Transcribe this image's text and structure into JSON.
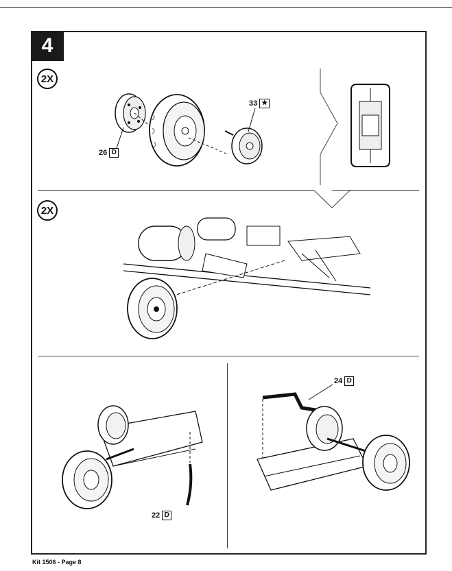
{
  "step": {
    "number": "4"
  },
  "multipliers": {
    "row1": "2X",
    "row2": "2X"
  },
  "parts": {
    "p26": {
      "number": "26",
      "code": "D"
    },
    "p33": {
      "number": "33",
      "code": "★"
    },
    "p22": {
      "number": "22",
      "code": "D"
    },
    "p24": {
      "number": "24",
      "code": "D"
    }
  },
  "footer": {
    "text": "Kit 1506 - Page 8"
  }
}
